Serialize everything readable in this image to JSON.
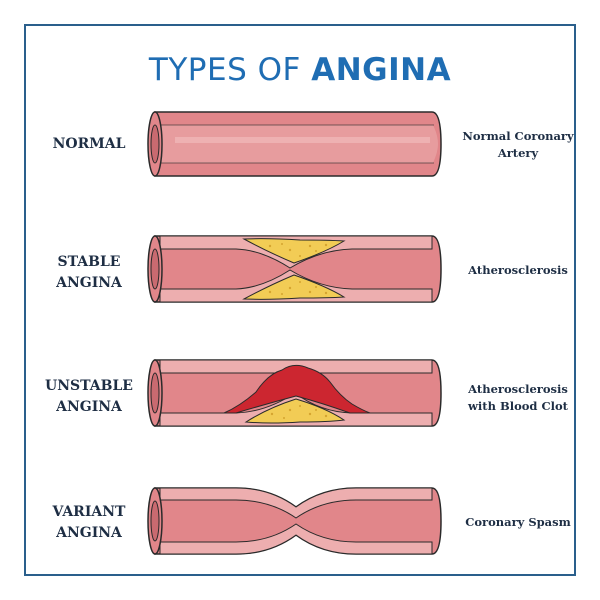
{
  "title": {
    "prefix": "TYPES OF ",
    "emphasis": "ANGINA"
  },
  "rows": [
    {
      "label_lines": [
        "NORMAL"
      ],
      "side_lines": [
        "Normal Coronary",
        "Artery"
      ]
    },
    {
      "label_lines": [
        "STABLE",
        "ANGINA"
      ],
      "side_lines": [
        "Atherosclerosis"
      ]
    },
    {
      "label_lines": [
        "UNSTABLE",
        "ANGINA"
      ],
      "side_lines": [
        "Atherosclerosis",
        "with Blood Clot"
      ]
    },
    {
      "label_lines": [
        "VARIANT",
        "ANGINA"
      ],
      "side_lines": [
        "Coronary Spasm"
      ]
    }
  ],
  "colors": {
    "frame": "#2a5f8c",
    "title": "#1f6db3",
    "text": "#1e2e44",
    "vessel": "#e1868a",
    "vessel_wall": "#edaeaf",
    "vessel_outline": "#2a2a2a",
    "plaque": "#f2cc55",
    "clot": "#cc2630"
  }
}
